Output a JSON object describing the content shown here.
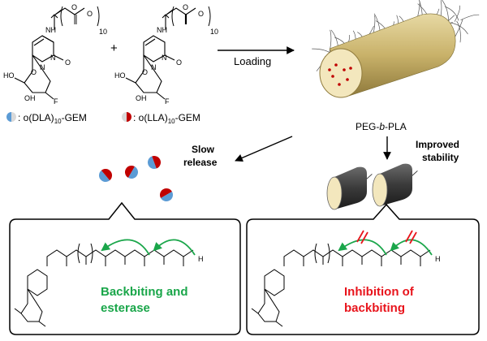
{
  "monomer_left": {
    "repeat": "10"
  },
  "monomer_right": {
    "repeat": "10"
  },
  "plus": "+",
  "loading_label": "Loading",
  "legend": [
    {
      "label": ": o(DLA)",
      "sub": "10",
      "suffix": "-GEM",
      "left_color": "#5b9bd5",
      "right_color": "#d9d9d9"
    },
    {
      "label": ": o(LLA)",
      "sub": "10",
      "suffix": "-GEM",
      "left_color": "#d9d9d9",
      "right_color": "#c00000"
    }
  ],
  "polymer_label": {
    "prefix": "PEG-",
    "italic": "b",
    "suffix": "-PLA"
  },
  "slow_release": [
    "Slow",
    "release"
  ],
  "improved_stability": [
    "Improved",
    "stability"
  ],
  "panel_left": {
    "line1": "Backbiting and",
    "line2": "esterase",
    "color": "#1aa64a"
  },
  "panel_right": {
    "line1": "Inhibition of",
    "line2": "backbiting",
    "color": "#e8141c"
  },
  "atoms": {
    "HO": "HO",
    "OH": "OH",
    "F": "F",
    "N": "N",
    "NH": "NH",
    "O": "O",
    "H": "H"
  },
  "colors": {
    "blue": "#5b9bd5",
    "red": "#c00000",
    "green": "#1aa64a",
    "gold": "#c9b26a",
    "dark_rod": "#3a3a3a"
  }
}
